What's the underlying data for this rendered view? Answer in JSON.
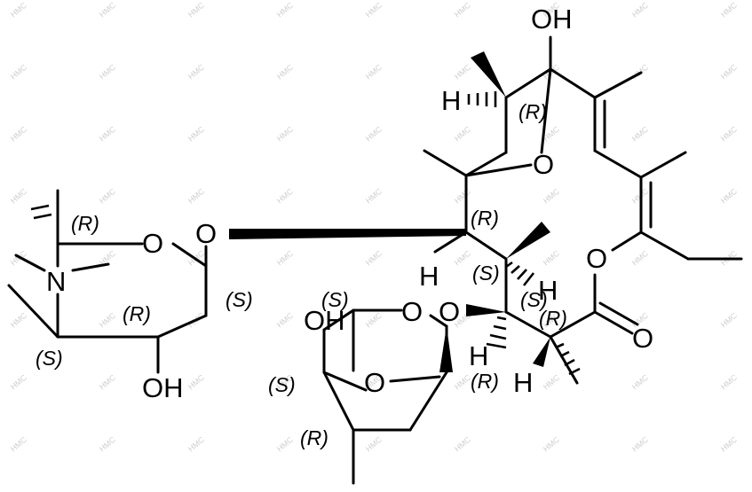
{
  "watermark": "HMC",
  "atoms": {
    "oh_top": "OH",
    "h_left": "H",
    "o_ether": "O",
    "o_ring_left": "O",
    "o_glyco_left": "O",
    "n_amine": "N",
    "oh_sugar_left": "OH",
    "h_mid_left": "H",
    "o_ester": "O",
    "h_right": "H",
    "o_glyco_right": "O",
    "o_ring_right": "O",
    "oh_sugar_right": "OH",
    "o_ring_bottom": "O",
    "h_bottom1": "H",
    "h_bottom2": "H",
    "o_carbonyl": "O"
  },
  "stereo": {
    "s1": "(R)",
    "s2": "(R)",
    "s3": "(S)",
    "s4": "(R)",
    "s5": "(S)",
    "s6": "(R)",
    "s7": "(S)",
    "s8": "(S)",
    "s9": "(S)",
    "s10": "(R)",
    "s11": "(S)",
    "s12": "(R)",
    "s13": "(R)"
  }
}
